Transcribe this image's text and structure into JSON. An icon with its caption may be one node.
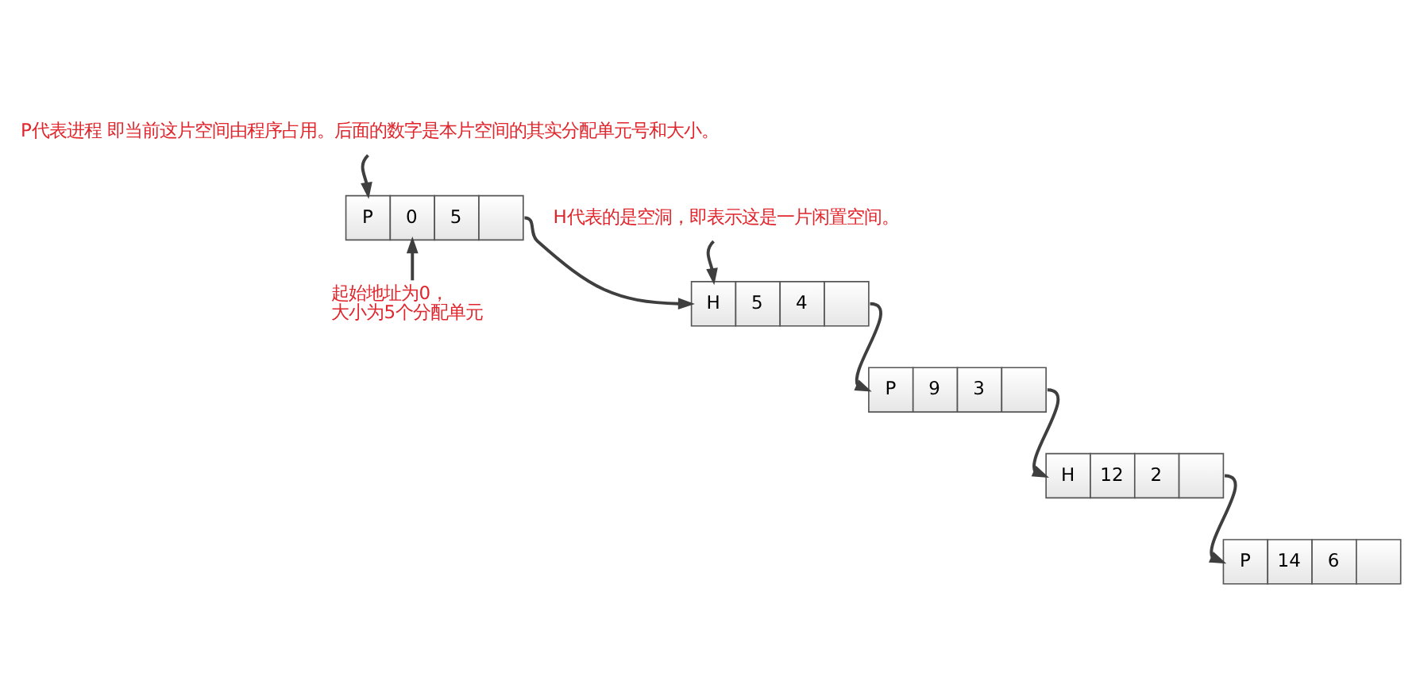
{
  "diagram": {
    "nodes": [
      {
        "text": [
          "P代表进程 即当前这片空间由程序占用。后面的数字是本片空间的其实分配单元号和大小。"
        ]
      },
      {
        "text": [
          "P",
          "0",
          "5"
        ]
      },
      {
        "text": [
          "H代表的是空洞，即表示这是一片闲置空间。"
        ]
      },
      {
        "text": [
          "起始地址为0，大小为5个分配单元"
        ]
      },
      {
        "text": [
          "H",
          "5",
          "4"
        ]
      },
      {
        "text": [
          "P",
          "9",
          "3"
        ]
      },
      {
        "text": [
          "H",
          "12",
          "2"
        ]
      },
      {
        "text": [
          "P",
          "14",
          "6"
        ]
      }
    ],
    "edges": [
      {
        "from": 0,
        "to": 1,
        "arrow": "to"
      },
      {
        "from": 2,
        "to": 4,
        "arrow": "to"
      },
      {
        "from": 3,
        "to": 1,
        "arrow": "to"
      },
      {
        "from": 1,
        "to": 4,
        "arrow": "to"
      },
      {
        "from": 4,
        "to": 5,
        "arrow": "to"
      },
      {
        "from": 5,
        "to": 6,
        "arrow": "to"
      },
      {
        "from": 6,
        "to": 7,
        "arrow": "to"
      }
    ]
  }
}
